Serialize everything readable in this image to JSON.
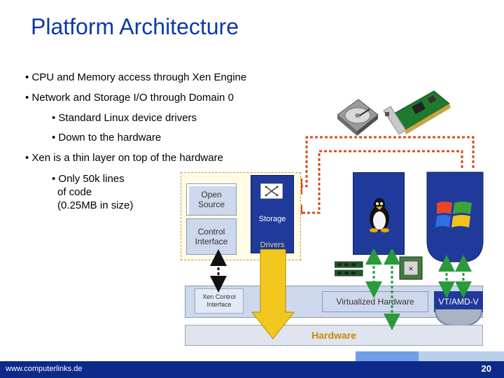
{
  "slide": {
    "title": "Platform Architecture",
    "bullets": [
      "• CPU and Memory access through Xen Engine",
      "• Network and Storage I/O through Domain 0",
      "• Standard Linux device drivers",
      "• Down to the hardware",
      "• Xen is a thin layer on top of the hardware"
    ],
    "sub_bullet_lines": [
      "• Only 50k lines",
      "of code",
      "(0.25MB in size)"
    ]
  },
  "diagram": {
    "open_source": [
      "Open",
      "Source"
    ],
    "control_interface": [
      "Control",
      "Interface"
    ],
    "storage": "Storage",
    "drivers": "Drivers",
    "xen_control_interface": [
      "Xen Control",
      "Interface"
    ],
    "virtualized_hardware": "Virtualized Hardware",
    "vt_amd_v": "VT/AMD-V",
    "hardware": "Hardware"
  },
  "footer": {
    "url": "www.computerlinks.de",
    "page_number": "20"
  },
  "colors": {
    "title": "#0b3aa8",
    "domain_blue": "#1f3a9a",
    "footer_blue": "#0d2a8a",
    "arrow_orange": "#d2501e",
    "arrow_green": "#2b9a3a",
    "hardware_text": "#c98a00"
  },
  "icons": [
    "hard-disk-icon",
    "network-card-icon",
    "tux-penguin-icon",
    "windows-logo-icon",
    "memory-module-icon",
    "cpu-chip-icon",
    "network-switch-icon"
  ]
}
